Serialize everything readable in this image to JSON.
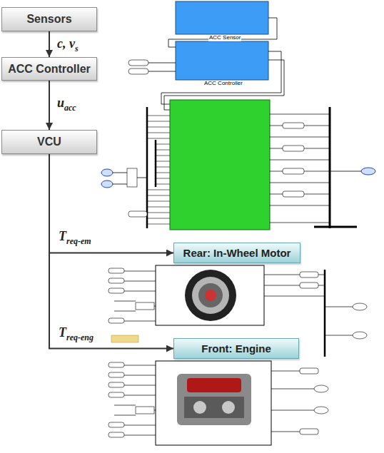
{
  "diagram": {
    "nodes": [
      {
        "text": [
          "Sensors"
        ]
      },
      {
        "text": [
          "ACC Controller"
        ]
      },
      {
        "text": [
          "VCU"
        ]
      },
      {
        "text": [
          "Rear: In-Wheel Motor"
        ]
      },
      {
        "text": [
          "Front: Engine"
        ]
      }
    ],
    "edges": [
      {
        "from": 0,
        "to": 1,
        "arrow": "to",
        "label": "c, vs"
      },
      {
        "from": 1,
        "to": 2,
        "arrow": "to",
        "label": "uacc"
      },
      {
        "from": 2,
        "to": 3,
        "arrow": "to",
        "label": "Treq-em"
      },
      {
        "from": 2,
        "to": 4,
        "arrow": "to",
        "label": "Treq-eng"
      }
    ],
    "labels": [
      "ACC Sensor",
      "ACC Controller"
    ]
  }
}
